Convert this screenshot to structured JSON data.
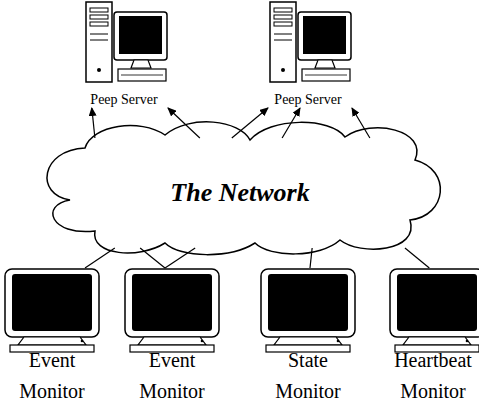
{
  "diagram": {
    "nodes": [
      {
        "text": [
          "Peep Server"
        ]
      },
      {
        "text": [
          "Peep Server"
        ]
      },
      {
        "text": [
          "The Network"
        ]
      },
      {
        "text": [
          "Event Monitor"
        ]
      },
      {
        "text": [
          "Event Monitor"
        ]
      },
      {
        "text": [
          "State Monitor"
        ]
      },
      {
        "text": [
          "Heartbeat Monitor"
        ]
      }
    ],
    "edges": [
      {
        "from": 2,
        "to": 0,
        "arrow": "to"
      },
      {
        "from": 2,
        "to": 0,
        "arrow": "to"
      },
      {
        "from": 2,
        "to": 1,
        "arrow": "to"
      },
      {
        "from": 2,
        "to": 1,
        "arrow": "to"
      },
      {
        "from": 2,
        "to": 1,
        "arrow": "to"
      },
      {
        "from": 3,
        "to": 2,
        "arrow": "none"
      },
      {
        "from": 4,
        "to": 2,
        "arrow": "none"
      },
      {
        "from": 4,
        "to": 2,
        "arrow": "none"
      },
      {
        "from": 5,
        "to": 2,
        "arrow": "none"
      },
      {
        "from": 6,
        "to": 2,
        "arrow": "none"
      }
    ]
  }
}
